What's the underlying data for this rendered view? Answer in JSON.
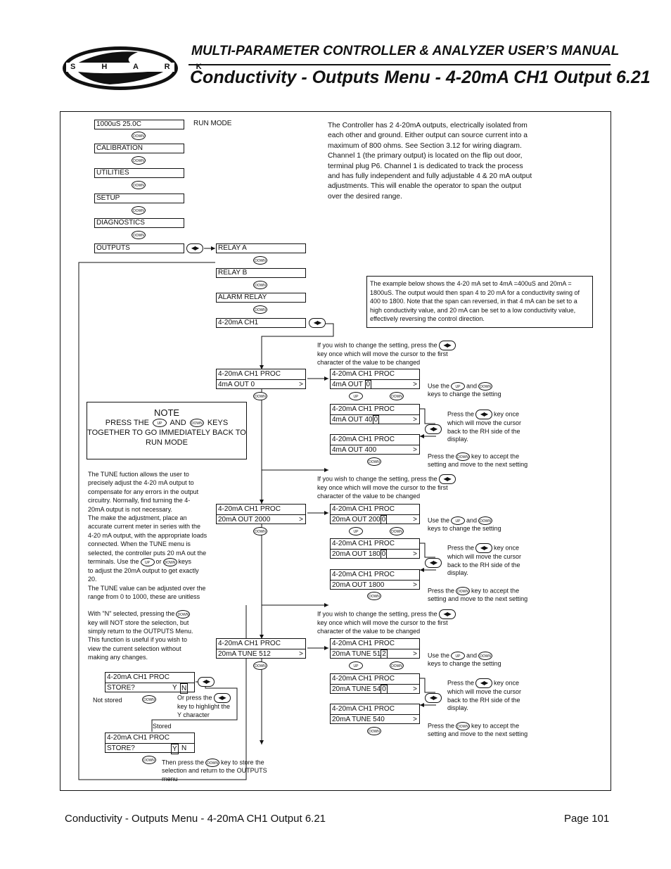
{
  "header": {
    "logo_text": "S H A R K",
    "title": "MULTI-PARAMETER CONTROLLER & ANALYZER USER’S MANUAL",
    "subtitle": "Conductivity - Outputs Menu - 4-20mA CH1 Output 6.21"
  },
  "keys": {
    "down": "DOWN",
    "up": "UP"
  },
  "menu": {
    "items": [
      "1000uS   25.0C",
      "CALIBRATION",
      "UTILITIES",
      "SETUP",
      "DIAGNOSTICS",
      "OUTPUTS"
    ],
    "run_mode": "RUN MODE"
  },
  "outputs_menu": [
    "RELAY A",
    "RELAY B",
    "ALARM RELAY",
    "4-20mA CH1"
  ],
  "intro": "The Controller has 2 4-20mA outputs, electrically isolated from each other and ground. Either output can source current into a maximum of 800 ohms. See Section 3.12 for wiring diagram. Channel 1 (the primary output) is located on the flip out door, terminal plug P6. Channel 1 is dedicated to track the process and has fully independent and fully adjustable 4 & 20 mA output adjustments. This will enable the operator to span the output over the desired range.",
  "example": "The example below shows the 4-20 mA set to 4mA =400uS and 20mA = 1800uS. The output would then span 4 to 20 mA for a conductivity swing of 400 to 1800. Note that the span can reversed, in that 4 mA can be set to a high conductivity value, and 20 mA can be set to a low conductivity value, effectively reversing the control direction.",
  "note": {
    "title": "NOTE",
    "line1a": "PRESS THE",
    "and": "AND",
    "line1b": "KEYS",
    "line2": "TOGETHER TO GO IMMEDIATELY BACK TO",
    "line3": "RUN MODE"
  },
  "proc_title": "4-20mA CH1 PROC",
  "gt": ">",
  "help": {
    "change_a": "If you wish to change the setting, press the",
    "change_b": "key once which will move the cursor to the first",
    "change_c": "character of the value to be changed",
    "use": "Use the",
    "and": "and",
    "keys_change": "keys to change the setting",
    "press": "Press the",
    "key_once": "key once",
    "move_a": "which will move the cursor",
    "move_b": "back to the RH side of the",
    "move_c": "display.",
    "accept_a": "key to accept the",
    "accept_b": "setting and move to the next setting"
  },
  "sec4": {
    "left": "4mA OUT        0",
    "c1a": "4mA OUT",
    "c1b": "0",
    "c2a": "4mA OUT       40",
    "c2b": "0",
    "c3": "4mA OUT       400"
  },
  "sec20": {
    "left": "20mA OUT     2000",
    "c1a": "20mA OUT     200",
    "c1b": "0",
    "c2a": "20mA OUT     180",
    "c2b": "0",
    "c3": "20mA OUT     1800"
  },
  "tune": {
    "left": "20mA   TUNE  512",
    "c1a": "20mA   TUNE  51",
    "c1b": "2",
    "c2a": "20mA   TUNE  54",
    "c2b": "0",
    "c3": "20mA   TUNE  540"
  },
  "tune_text": {
    "l1": "The TUNE fuction allows the user to",
    "l2": "precisely adjust the 4-20 mA output to",
    "l3": "compensate for any errors in the output",
    "l4": "circuitry. Normally, find turning the 4-",
    "l5": "20mA output is not necessary.",
    "l6": "The make the adjustment, place an",
    "l7": "accurate current meter in series with the",
    "l8": "4-20 mA output, with the appropriate loads",
    "l9": "connected.  When the TUNE menu is",
    "l10": "selected, the controller puts 20 mA out the",
    "l11a": "terminals. Use the",
    "l11b": "or",
    "l11c": "keys",
    "l12": "to adjust the 20mA output to get exactly",
    "l13": "20.",
    "l14": "The TUNE value can be adjusted over the",
    "l15": "range from 0 to 1000, these are unitless"
  },
  "store_text": {
    "l1a": "With \"N\" selected, pressing the",
    "l2": "key will NOT store the selection, but",
    "l3": "simply return to the OUTPUTS Menu.",
    "l4": "This function is useful if you wish to",
    "l5": "view the current selection without",
    "l6": "making any changes."
  },
  "store": {
    "label": "STORE?",
    "y": "Y",
    "n": "N",
    "not_stored": "Not stored",
    "stored": "Stored",
    "or_a": "Or press the",
    "or_b": "key to highlight the",
    "or_c": "Y character",
    "then_a": "Then press the",
    "then_b": "key to store the",
    "then_c": "selection and return to the OUTPUTS",
    "then_d": "menu"
  },
  "footer": {
    "left": "Conductivity - Outputs Menu - 4-20mA CH1 Output 6.21",
    "right": "Page 101"
  }
}
